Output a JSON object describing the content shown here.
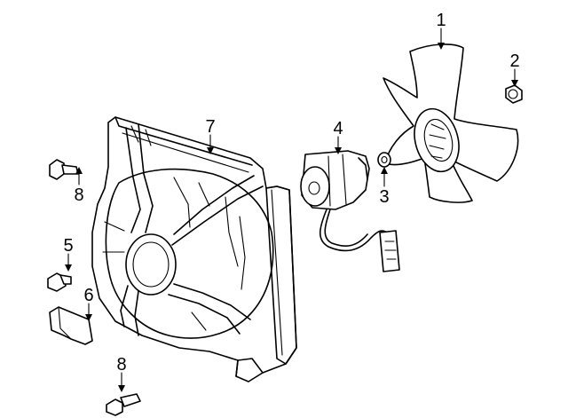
{
  "diagram": {
    "callouts": [
      {
        "id": "c1",
        "label": "1",
        "part": "fan-blade"
      },
      {
        "id": "c2",
        "label": "2",
        "part": "blade-nut"
      },
      {
        "id": "c3",
        "label": "3",
        "part": "motor-nut"
      },
      {
        "id": "c4",
        "label": "4",
        "part": "fan-motor"
      },
      {
        "id": "c5",
        "label": "5",
        "part": "bolt"
      },
      {
        "id": "c6",
        "label": "6",
        "part": "clip"
      },
      {
        "id": "c7",
        "label": "7",
        "part": "fan-shroud"
      },
      {
        "id": "c8a",
        "label": "8",
        "part": "mounting-bolt-upper"
      },
      {
        "id": "c8b",
        "label": "8",
        "part": "mounting-bolt-lower"
      }
    ]
  }
}
